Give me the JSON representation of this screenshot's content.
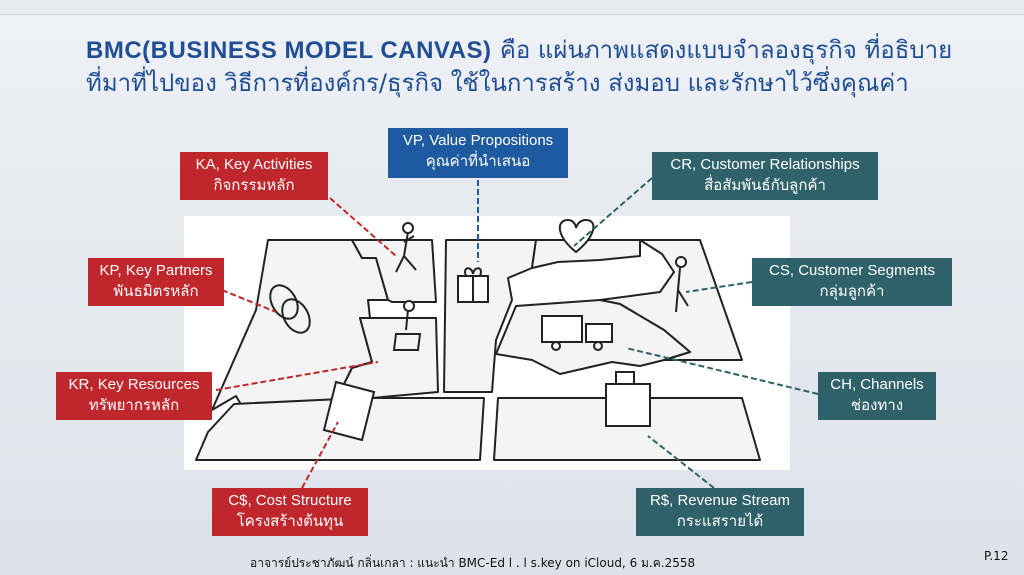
{
  "title": {
    "bold": "BMC(BUSINESS MODEL CANVAS)",
    "rest": "คือ แผ่นภาพแสดงแบบจำลองธุรกิจ ที่อธิบาย",
    "line2": "ที่มาที่ไปของ วิธีการที่องค์กร/ธุรกิจ ใช้ในการสร้าง ส่งมอบ และรักษาไว้ซึ่งคุณค่า"
  },
  "labels": {
    "ka": {
      "en": "KA, Key Activities",
      "th": "กิจกรรมหลัก"
    },
    "vp": {
      "en": "VP, Value Propositions",
      "th": "คุณค่าที่นำเสนอ"
    },
    "cr": {
      "en": "CR, Customer Relationships",
      "th": "สื่อสัมพันธ์กับลูกค้า"
    },
    "kp": {
      "en": "KP, Key Partners",
      "th": "พันธมิตรหลัก"
    },
    "cs": {
      "en": "CS, Customer Segments",
      "th": "กลุ่มลูกค้า"
    },
    "kr": {
      "en": "KR, Key Resources",
      "th": "ทรัพยากรหลัก"
    },
    "ch": {
      "en": "CH, Channels",
      "th": "ช่องทาง"
    },
    "cost": {
      "en": "C$, Cost Structure",
      "th": "โครงสร้างต้นทุน"
    },
    "rev": {
      "en": "R$, Revenue Stream",
      "th": "กระแสรายได้"
    }
  },
  "colors": {
    "red": "#c0272d",
    "blue": "#1e5aa0",
    "teal": "#2e6169",
    "title": "#1f4e94"
  },
  "footer": "อาจารย์ประชาภัฒน์ กลิ่นเกลา : แนะนำ BMC-Ed l . l s.key on iCloud, 6 ม.ค.2558",
  "page_number": "P.12"
}
